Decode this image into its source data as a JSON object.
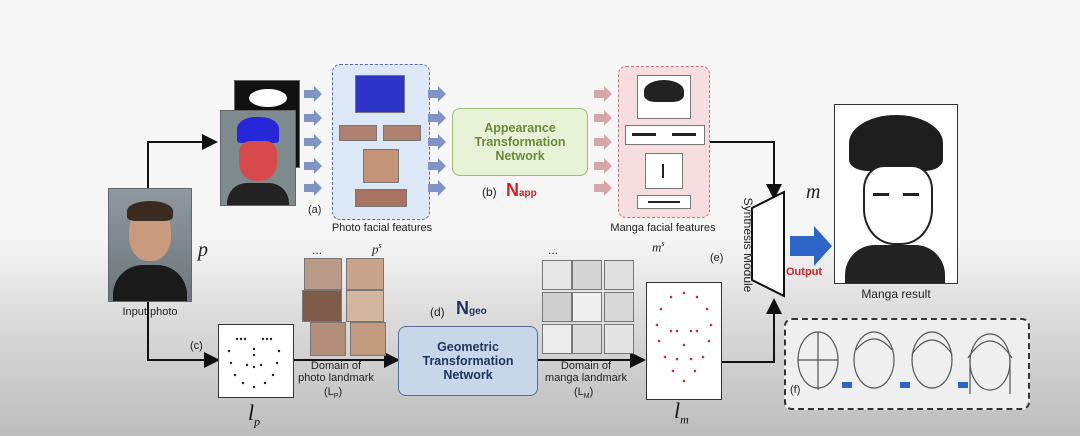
{
  "labels": {
    "input_photo": "Input photo",
    "p": "p",
    "photo_facial_features": "Photo facial features",
    "panel_a": "(a)",
    "appearance_net": "Appearance Transformation Network",
    "panel_b": "(b)",
    "n_app": "N",
    "n_app_sub": "app",
    "manga_facial_features": "Manga facial features",
    "m_s": "m",
    "m_s_sup": "s",
    "synthesis_module": "Synthesis Module",
    "panel_e": "(e)",
    "m": "m",
    "output": "Output",
    "manga_result": "Manga result",
    "panel_c": "(c)",
    "l_p": "l",
    "l_p_sub": "p",
    "p_s": "p",
    "p_s_sup": "s",
    "domain_photo_landmark": "Domain of photo landmark",
    "L_p": "(L",
    "L_p_sub": "P",
    "L_p_end": ")",
    "panel_d": "(d)",
    "n_geo": "N",
    "n_geo_sub": "geo",
    "geometric_net": "Geometric Transformation Network",
    "domain_manga_landmark": "Domain of manga landmark",
    "L_m": "(L",
    "L_m_sub": "M",
    "L_m_end": ")",
    "l_m": "l",
    "l_m_sub": "m",
    "panel_f": "(f)",
    "dots": "..."
  },
  "colors": {
    "photo_panel": "#dde8f6",
    "manga_panel": "#f6dde0",
    "appearance_box": "#e6f1d6",
    "appearance_text": "#6a8a3a",
    "geometric_box": "#c8d6ea",
    "geometric_text": "#1e3560",
    "n_app_color": "#cc2222",
    "output_color": "#cc2222",
    "blue_arrow": "#7f93c4",
    "pink_arrow": "#d7a6a8",
    "output_arrow": "#2d64c8"
  }
}
